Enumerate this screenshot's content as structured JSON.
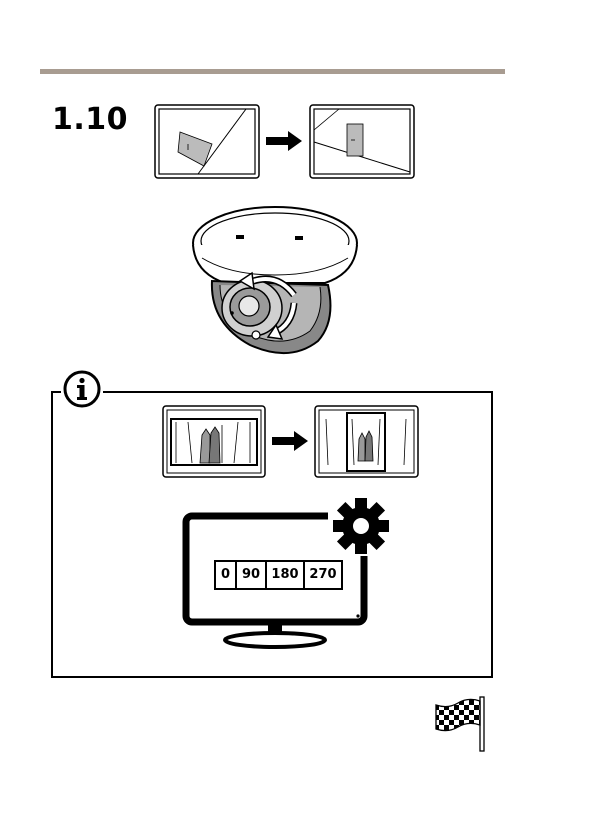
{
  "step": {
    "number": "1.10"
  },
  "rotation_options": [
    "0",
    "90",
    "180",
    "270"
  ],
  "icons": {
    "info": "info-icon",
    "gear": "gear-icon",
    "finish": "checkered-flag-icon",
    "arrow": "arrow-right-icon"
  },
  "colors": {
    "rule": "#a89c91",
    "ink": "#000000"
  }
}
